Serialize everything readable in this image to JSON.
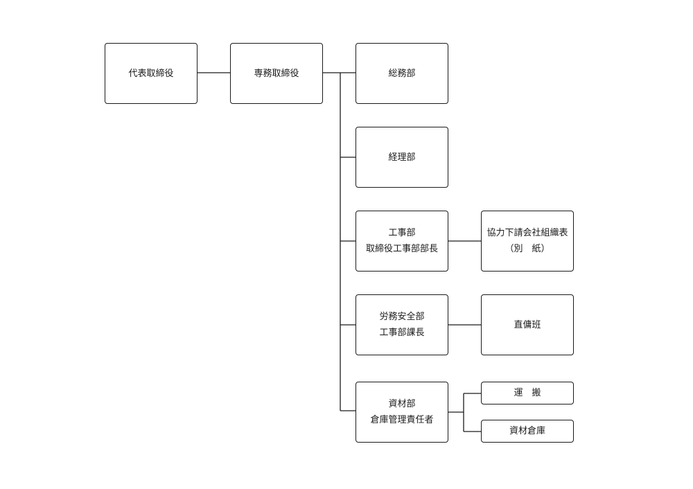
{
  "diagram": {
    "nodes": {
      "president": {
        "lines": [
          "代表取締役"
        ]
      },
      "managing_director": {
        "lines": [
          "専務取締役"
        ]
      },
      "general_affairs": {
        "lines": [
          "総務部"
        ]
      },
      "accounting": {
        "lines": [
          "経理部"
        ]
      },
      "construction": {
        "lines": [
          "工事部",
          "取締役工事部部長"
        ]
      },
      "subcontractor_chart": {
        "lines": [
          "協力下請会社組織表",
          "（別　紙）"
        ]
      },
      "labor_safety": {
        "lines": [
          "労務安全部",
          "工事部課長"
        ]
      },
      "direct_hire_team": {
        "lines": [
          "直傭班"
        ]
      },
      "materials": {
        "lines": [
          "資材部",
          "倉庫管理責任者"
        ]
      },
      "transport": {
        "lines": [
          "運　搬"
        ]
      },
      "material_warehouse": {
        "lines": [
          "資材倉庫"
        ]
      }
    }
  }
}
